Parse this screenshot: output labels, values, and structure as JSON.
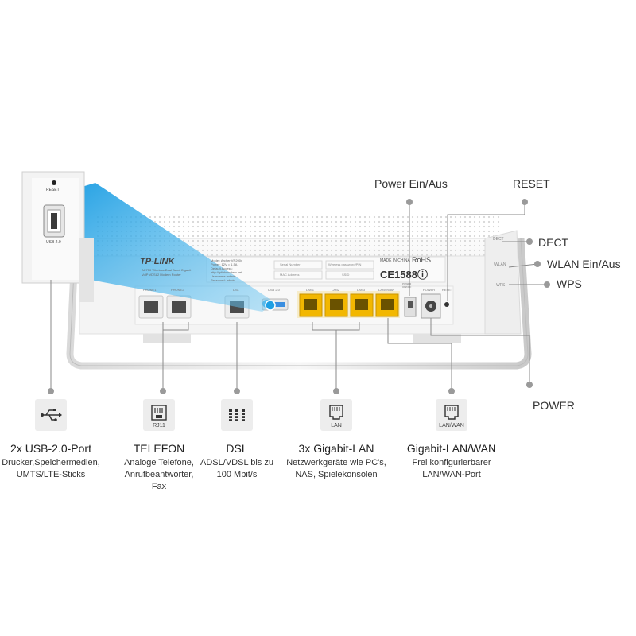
{
  "device": {
    "brand": "TP-LINK",
    "model_lines": [
      "AC750 Wireless Dual Band Gigabit",
      "VoIP VDSL2 Modem Router"
    ],
    "label_lines": [
      "Model: Archer VR200v",
      "Power: 12V = 1.5A",
      "Default Access:",
      "http://tplinkmodem.net",
      "Username: admin",
      "Password: admin"
    ],
    "serial_fields": [
      "Serial Number",
      "Wireless password/PIN",
      "MAC Address",
      "SSID"
    ],
    "made_in": "MADE IN CHINA",
    "rohs": "RoHS",
    "ce_mark": "CE1588ⓘ",
    "port_labels": [
      "PHONE1",
      "PHONE2",
      "DSL",
      "USB 2.0",
      "LAN1",
      "LAN2",
      "LAN3",
      "LAN4/WAN",
      "POWER ON/OFF",
      "POWER",
      "RESET"
    ],
    "inset_reset": "RESET",
    "inset_usb": "USB 2.0",
    "side_labels": [
      "DECT",
      "WLAN",
      "WPS"
    ]
  },
  "callouts": {
    "power_switch": "Power Ein/Aus",
    "reset": "RESET",
    "dect": "DECT",
    "wlan": "WLAN Ein/Aus",
    "wps": "WPS",
    "power": "POWER"
  },
  "features": [
    {
      "title": "2x USB-2.0-Port",
      "desc": [
        "Drucker,Speichermedien,",
        "UMTS/LTE-Sticks"
      ],
      "icon": "usb-icon",
      "caption": ""
    },
    {
      "title": "TELEFON",
      "desc": [
        "Analoge Telefone,",
        "Anrufbeantworter,",
        "Fax"
      ],
      "icon": "rj11-icon",
      "caption": "RJ11"
    },
    {
      "title": "DSL",
      "desc": [
        "ADSL/VDSL bis zu",
        "100 Mbit/s"
      ],
      "icon": "dsl-icon",
      "caption": ""
    },
    {
      "title": "3x Gigabit-LAN",
      "desc": [
        "Netzwerkgeräte wie PC's,",
        "NAS, Spielekonsolen"
      ],
      "icon": "lan-icon",
      "caption": "LAN"
    },
    {
      "title": "Gigabit-LAN/WAN",
      "desc": [
        "Frei konfigurierbarer",
        "LAN/WAN-Port"
      ],
      "icon": "lan-wan-icon",
      "caption": "LAN/WAN"
    }
  ],
  "colors": {
    "accent_blue": "#2aa7e8",
    "port_yellow": "#f2b700",
    "line_gray": "#8a8a8a",
    "tile_gray": "#ededed"
  }
}
